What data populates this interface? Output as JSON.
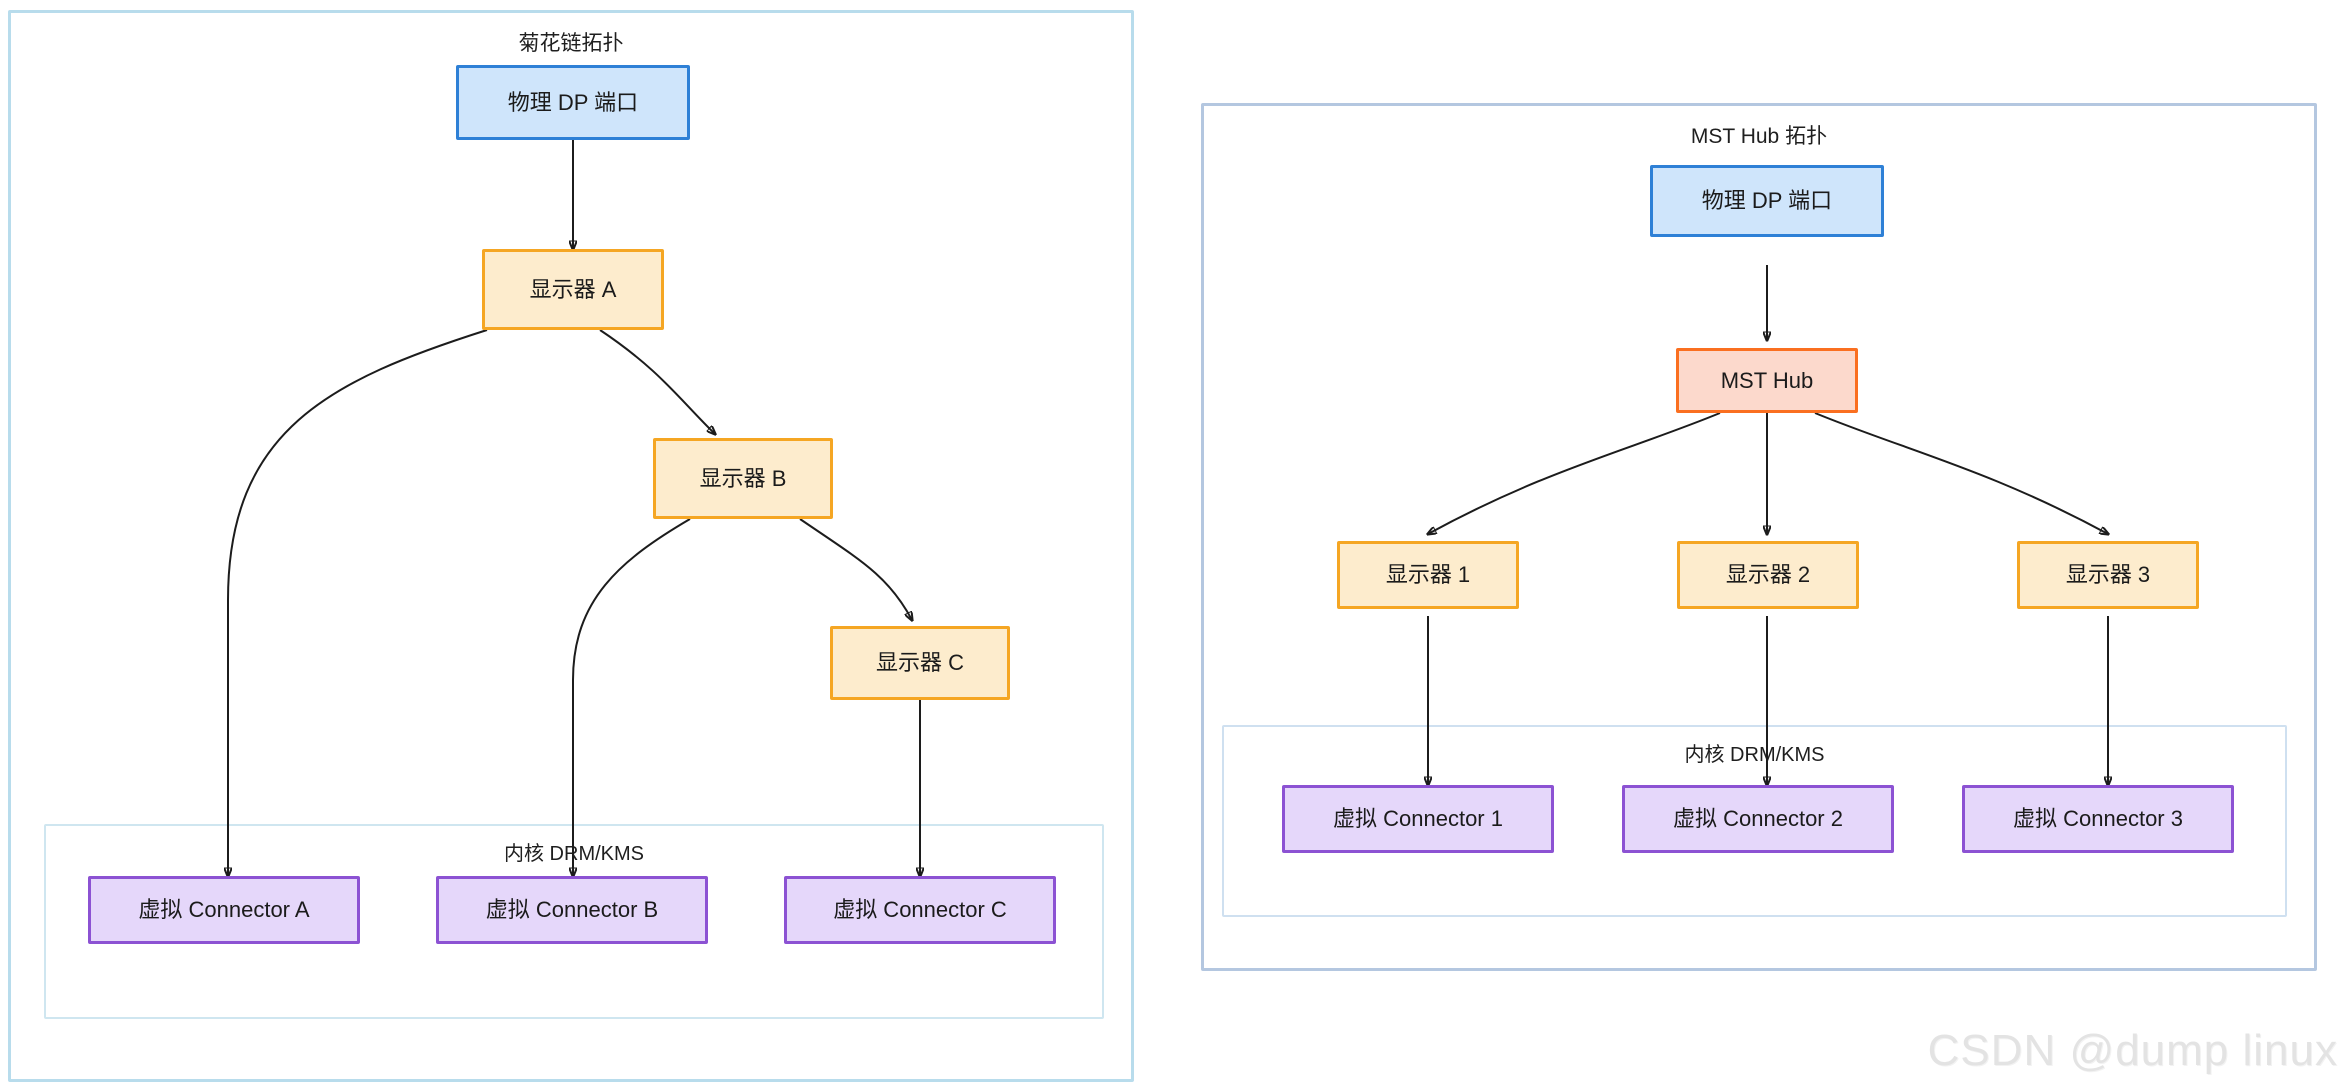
{
  "diagram": {
    "type": "flowchart",
    "watermark": "CSDN @dump linux",
    "panels": [
      {
        "id": "daisy-chain",
        "title": "菊花链拓扑",
        "border_color": "#b8dcec",
        "subgraph": {
          "id": "kernel-drm-kms-left",
          "title": "内核 DRM/KMS",
          "border_color": "#cfe6f0"
        },
        "nodes": [
          {
            "id": "dp-port",
            "label": "物理 DP 端口",
            "style": "blue"
          },
          {
            "id": "monitor-a",
            "label": "显示器 A",
            "style": "yellow"
          },
          {
            "id": "monitor-b",
            "label": "显示器 B",
            "style": "yellow"
          },
          {
            "id": "monitor-c",
            "label": "显示器 C",
            "style": "yellow"
          },
          {
            "id": "connector-a",
            "label": "虚拟 Connector A",
            "style": "purple"
          },
          {
            "id": "connector-b",
            "label": "虚拟 Connector B",
            "style": "purple"
          },
          {
            "id": "connector-c",
            "label": "虚拟 Connector C",
            "style": "purple"
          }
        ],
        "edges": [
          {
            "from": "dp-port",
            "to": "monitor-a"
          },
          {
            "from": "monitor-a",
            "to": "monitor-b"
          },
          {
            "from": "monitor-a",
            "to": "connector-a"
          },
          {
            "from": "monitor-b",
            "to": "monitor-c"
          },
          {
            "from": "monitor-b",
            "to": "connector-b"
          },
          {
            "from": "monitor-c",
            "to": "connector-c"
          }
        ]
      },
      {
        "id": "mst-hub",
        "title": "MST Hub 拓扑",
        "border_color": "#b4c7e0",
        "subgraph": {
          "id": "kernel-drm-kms-right",
          "title": "内核 DRM/KMS",
          "border_color": "#cfe0f0"
        },
        "nodes": [
          {
            "id": "dp-port-2",
            "label": "物理 DP 端口",
            "style": "blue"
          },
          {
            "id": "hub",
            "label": "MST Hub",
            "style": "pink"
          },
          {
            "id": "monitor-1",
            "label": "显示器 1",
            "style": "yellow"
          },
          {
            "id": "monitor-2",
            "label": "显示器 2",
            "style": "yellow"
          },
          {
            "id": "monitor-3",
            "label": "显示器 3",
            "style": "yellow"
          },
          {
            "id": "connector-1",
            "label": "虚拟 Connector 1",
            "style": "purple"
          },
          {
            "id": "connector-2",
            "label": "虚拟 Connector 2",
            "style": "purple"
          },
          {
            "id": "connector-3",
            "label": "虚拟 Connector 3",
            "style": "purple"
          }
        ],
        "edges": [
          {
            "from": "dp-port-2",
            "to": "hub"
          },
          {
            "from": "hub",
            "to": "monitor-1"
          },
          {
            "from": "hub",
            "to": "monitor-2"
          },
          {
            "from": "hub",
            "to": "monitor-3"
          },
          {
            "from": "monitor-1",
            "to": "connector-1"
          },
          {
            "from": "monitor-2",
            "to": "connector-2"
          },
          {
            "from": "monitor-3",
            "to": "connector-3"
          }
        ]
      }
    ],
    "palette": {
      "blue_fill": "#cfe5fb",
      "blue_stroke": "#2e80d6",
      "yellow_fill": "#fdeccd",
      "yellow_stroke": "#f5a623",
      "purple_fill": "#e5d7fa",
      "purple_stroke": "#8c52d3",
      "pink_fill": "#fcd9cc",
      "pink_stroke": "#fa6f20",
      "edge_stroke": "#1c1c1c"
    }
  }
}
